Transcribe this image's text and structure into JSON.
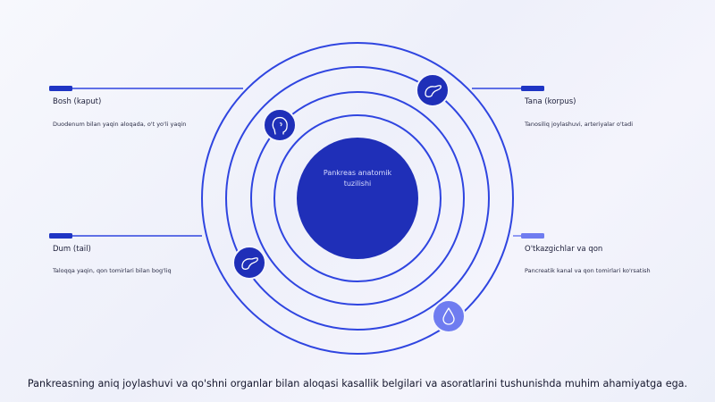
{
  "center": {
    "title": "Pankreas anatomik tuzilishi"
  },
  "sections": [
    {
      "label": "Bosh (kaput)",
      "description": "Duodenum bilan yaqin aloqada, o't yo'li yaqin",
      "icon": "head-profile-icon"
    },
    {
      "label": "Tana (korpus)",
      "description": "Tanosiliq joylashuvi, arteriyalar o'tadi",
      "icon": "pancreas-icon"
    },
    {
      "label": "Dum (tail)",
      "description": "Taloqqa yaqin, qon tomirlari bilan bog'liq",
      "icon": "pancreas-icon"
    },
    {
      "label": "O'tkazgichlar va qon",
      "description": "Pancreatik kanal va qon tomirlari ko'rsatish",
      "icon": "drop-icon"
    }
  ],
  "caption": "Pankreasning aniq joylashuvi va qo'shni organlar bilan aloqasi kasallik belgilari va asoratlarini tushunishda muhim ahamiyatga ega.",
  "colors": {
    "primary": "#1f35c4",
    "ring": "#2f45e0",
    "accent_light": "#6f7cf0",
    "text": "#1d1f3a"
  }
}
